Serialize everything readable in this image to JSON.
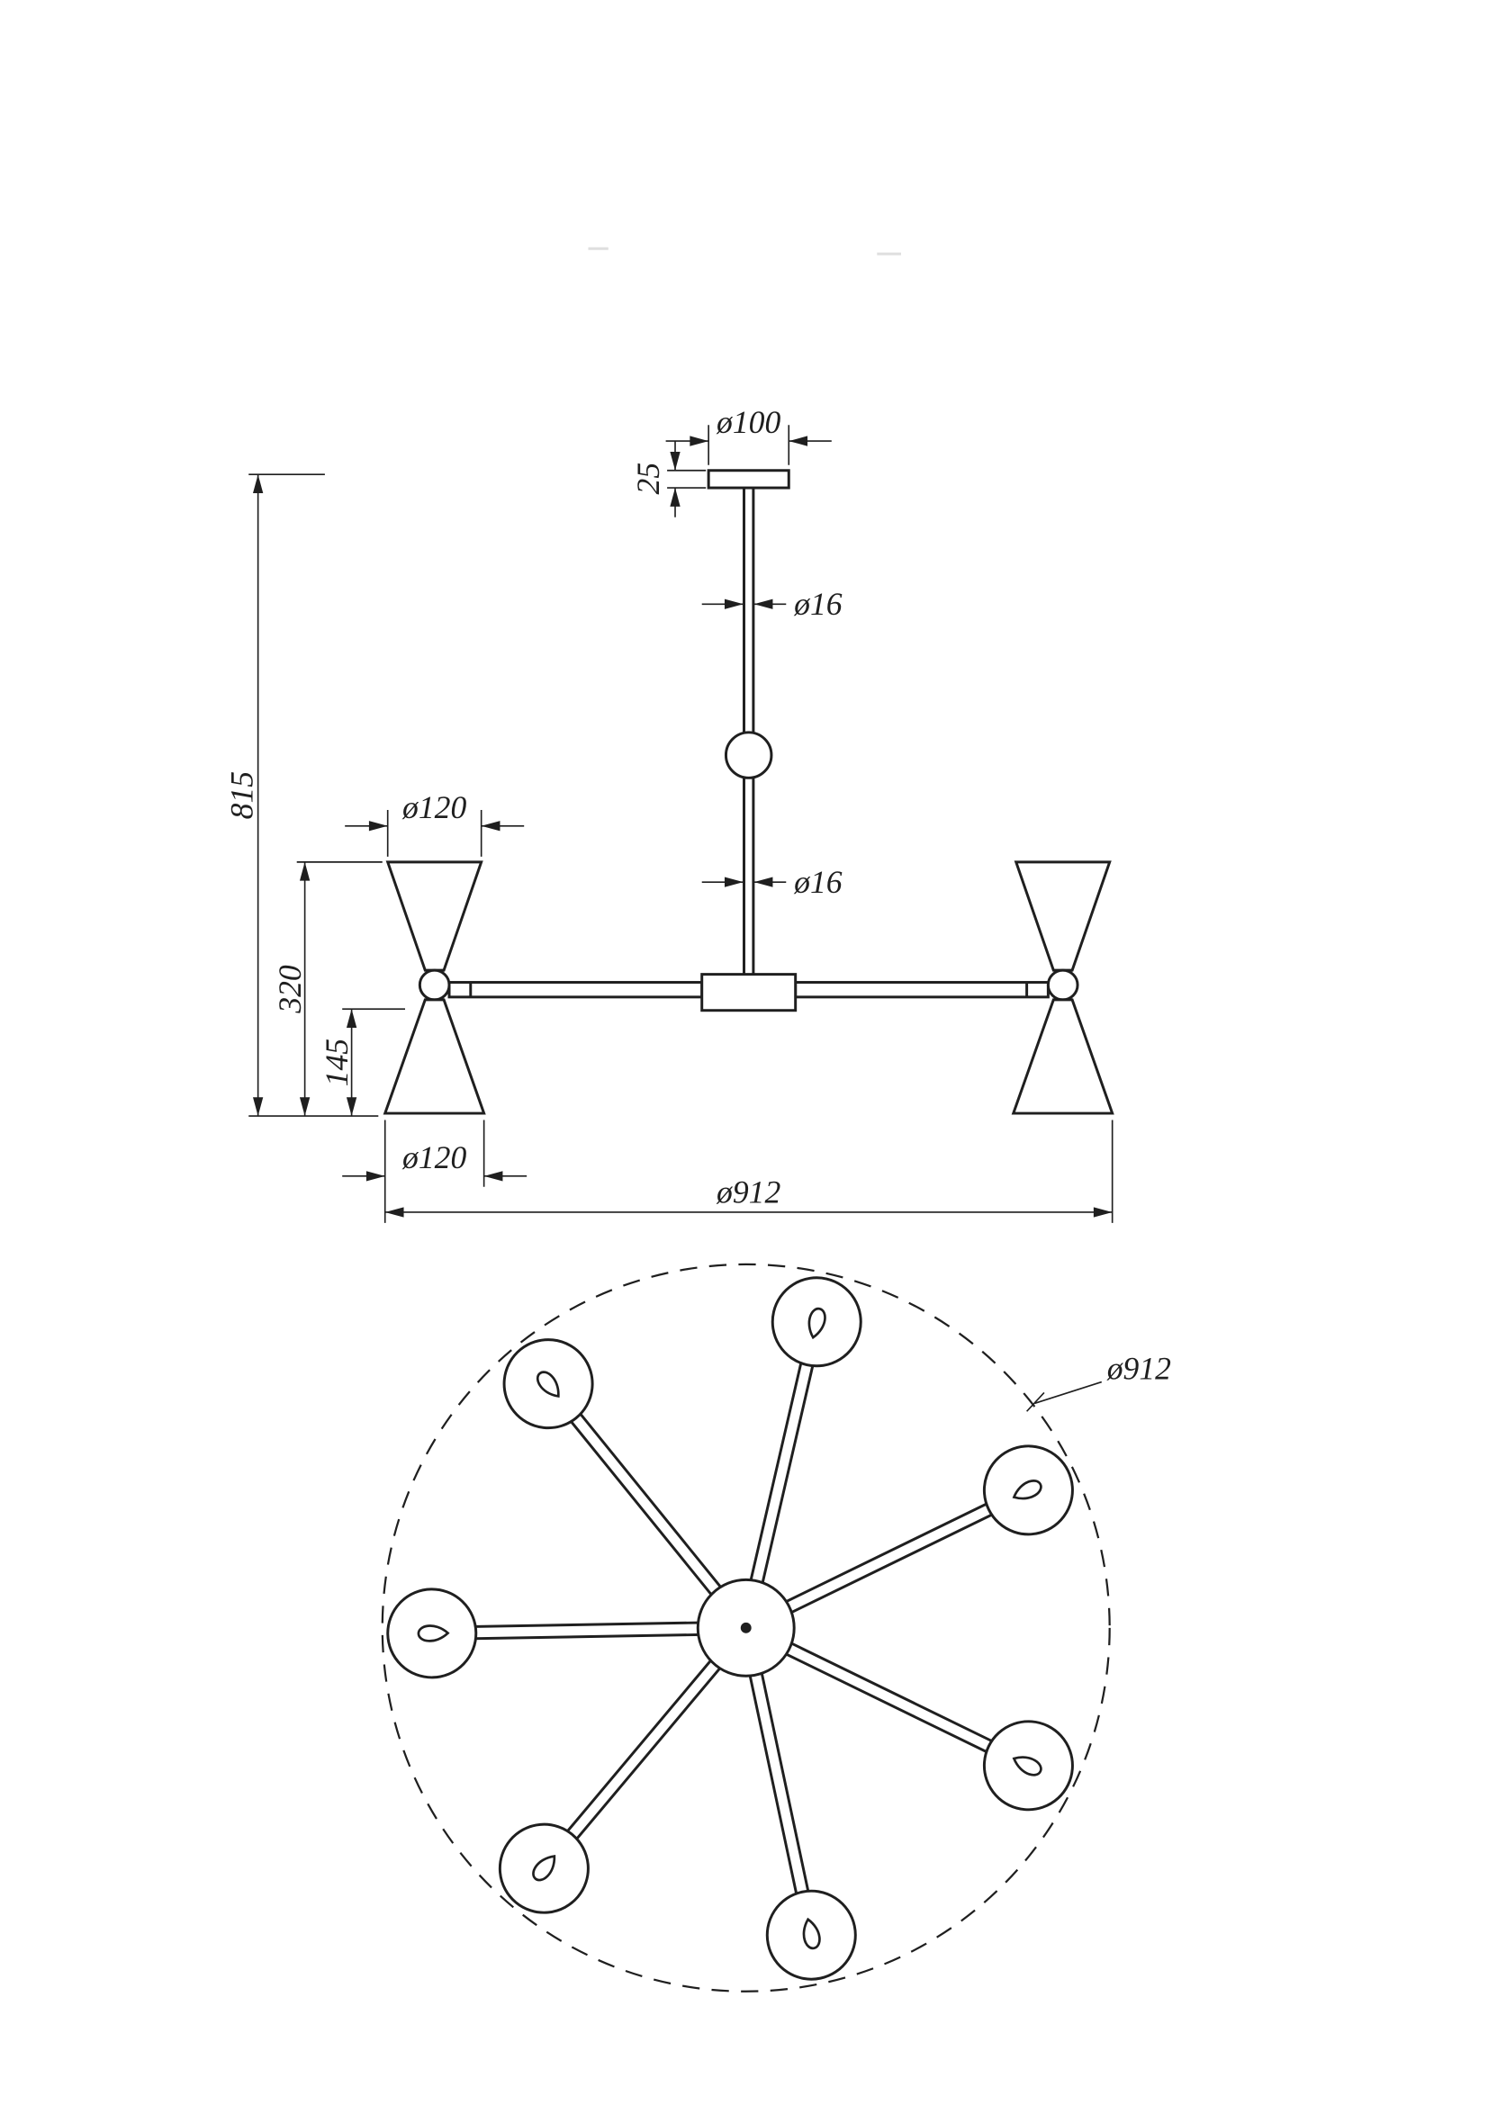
{
  "drawing": {
    "background": "#ffffff",
    "line_color": "#1f1f1f",
    "front_view": {
      "labels": {
        "canopy_diameter": "ø100",
        "canopy_height": "25",
        "upper_stem_diameter": "ø16",
        "lower_stem_diameter": "ø16",
        "overall_height": "815",
        "shade_top_diameter": "ø120",
        "shade_assembly_height": "320",
        "shade_lower_height": "145",
        "shade_bottom_diameter": "ø120",
        "overall_width": "ø912"
      }
    },
    "plan_view": {
      "labels": {
        "overall_diameter": "ø912"
      },
      "arm_count": 7
    }
  }
}
